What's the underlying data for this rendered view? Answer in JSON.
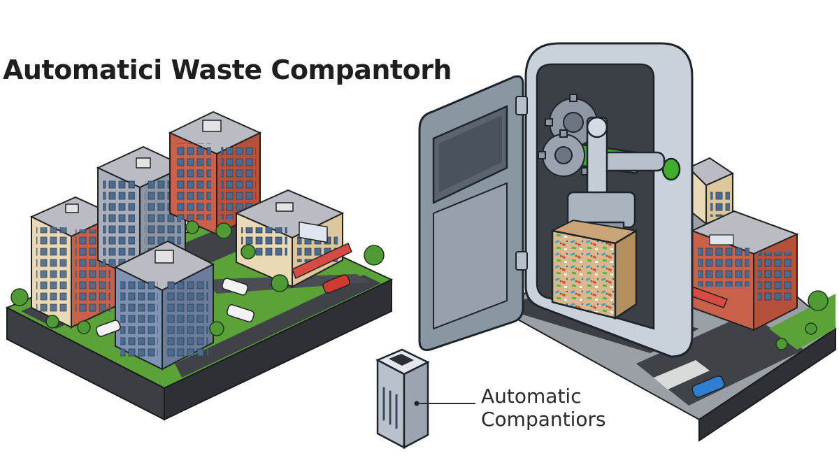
{
  "title": "Automatici Waste Compantorh",
  "callout": {
    "line1": "Automatic",
    "line2": "Compantiors"
  },
  "colors": {
    "brick": "#c8614a",
    "concrete": "#a9b0bb",
    "cream": "#ead9b6",
    "slate_blue": "#7f93b4",
    "roof": "#b9bdc3",
    "grass": "#5ba339",
    "asphalt": "#3f4348",
    "metal": "#9aa4b0",
    "metal_dark": "#5f6873",
    "indicator_green": "#3fae2a",
    "car_red": "#d03a35",
    "car_blue": "#2f7fd1"
  },
  "icons": {
    "compactor": "compactor-machine-icon",
    "bin": "trash-bin-icon",
    "gear": "gear-icon"
  }
}
